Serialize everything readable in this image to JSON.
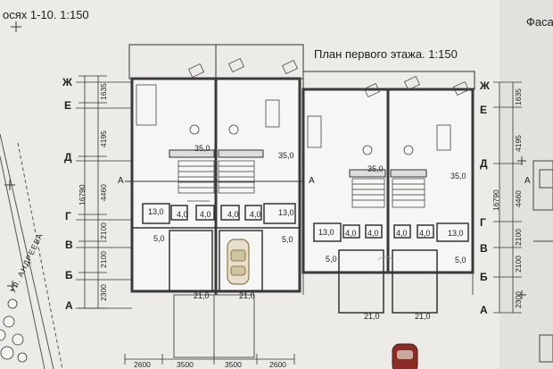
{
  "header": {
    "left_title": "осях 1-10. 1:150",
    "right_title": "План первого этажа. 1:150",
    "right_cut": "Фаса"
  },
  "axes_left": [
    "Ж",
    "Е",
    "Д",
    "Г",
    "В",
    "Б",
    "А"
  ],
  "axes_right": [
    "Ж",
    "Е",
    "Д",
    "Г",
    "В",
    "Б",
    "А"
  ],
  "vertical_dims_left": {
    "total": "16790",
    "segments": [
      "1635",
      "4195",
      "4460",
      "2100",
      "2100",
      "2300"
    ]
  },
  "vertical_dims_right": {
    "total": "16790",
    "segments": [
      "1635",
      "4195",
      "4460",
      "2100",
      "2100",
      "2300"
    ]
  },
  "bottom_dims": [
    "2600",
    "3500",
    "3500",
    "2600"
  ],
  "section_marks": {
    "left_a": "А",
    "left_b": "А",
    "right_a": "А"
  },
  "areas_left": {
    "living_left": "35,0",
    "living_right": "35,0",
    "wc_left": "13,0",
    "store_1": "4,0",
    "store_2": "4,0",
    "store_3": "4,0",
    "store_4": "4,0",
    "wc_right": "13,0",
    "hall_left": "5,0",
    "hall_right": "5,0",
    "garage_left": "21,0",
    "garage_right": "21,0"
  },
  "areas_right": {
    "living_left": "35,0",
    "living_right": "35,0",
    "wc_left": "13,0",
    "store_1": "4,0",
    "store_2": "4,0",
    "store_3": "4,0",
    "store_4": "4,0",
    "wc_right": "13,0",
    "hall_left": "5,0",
    "hall_right": "5,0",
    "garage_left": "21,0",
    "garage_right": "21,0"
  },
  "street_label": "УЛ. АНДРЕЕВА",
  "colors": {
    "paper": "#ecebe8",
    "ink": "#1e1e1e",
    "wall": "#4a4a4a",
    "car": "#c8a14a",
    "car_red": "#8a2b25"
  }
}
